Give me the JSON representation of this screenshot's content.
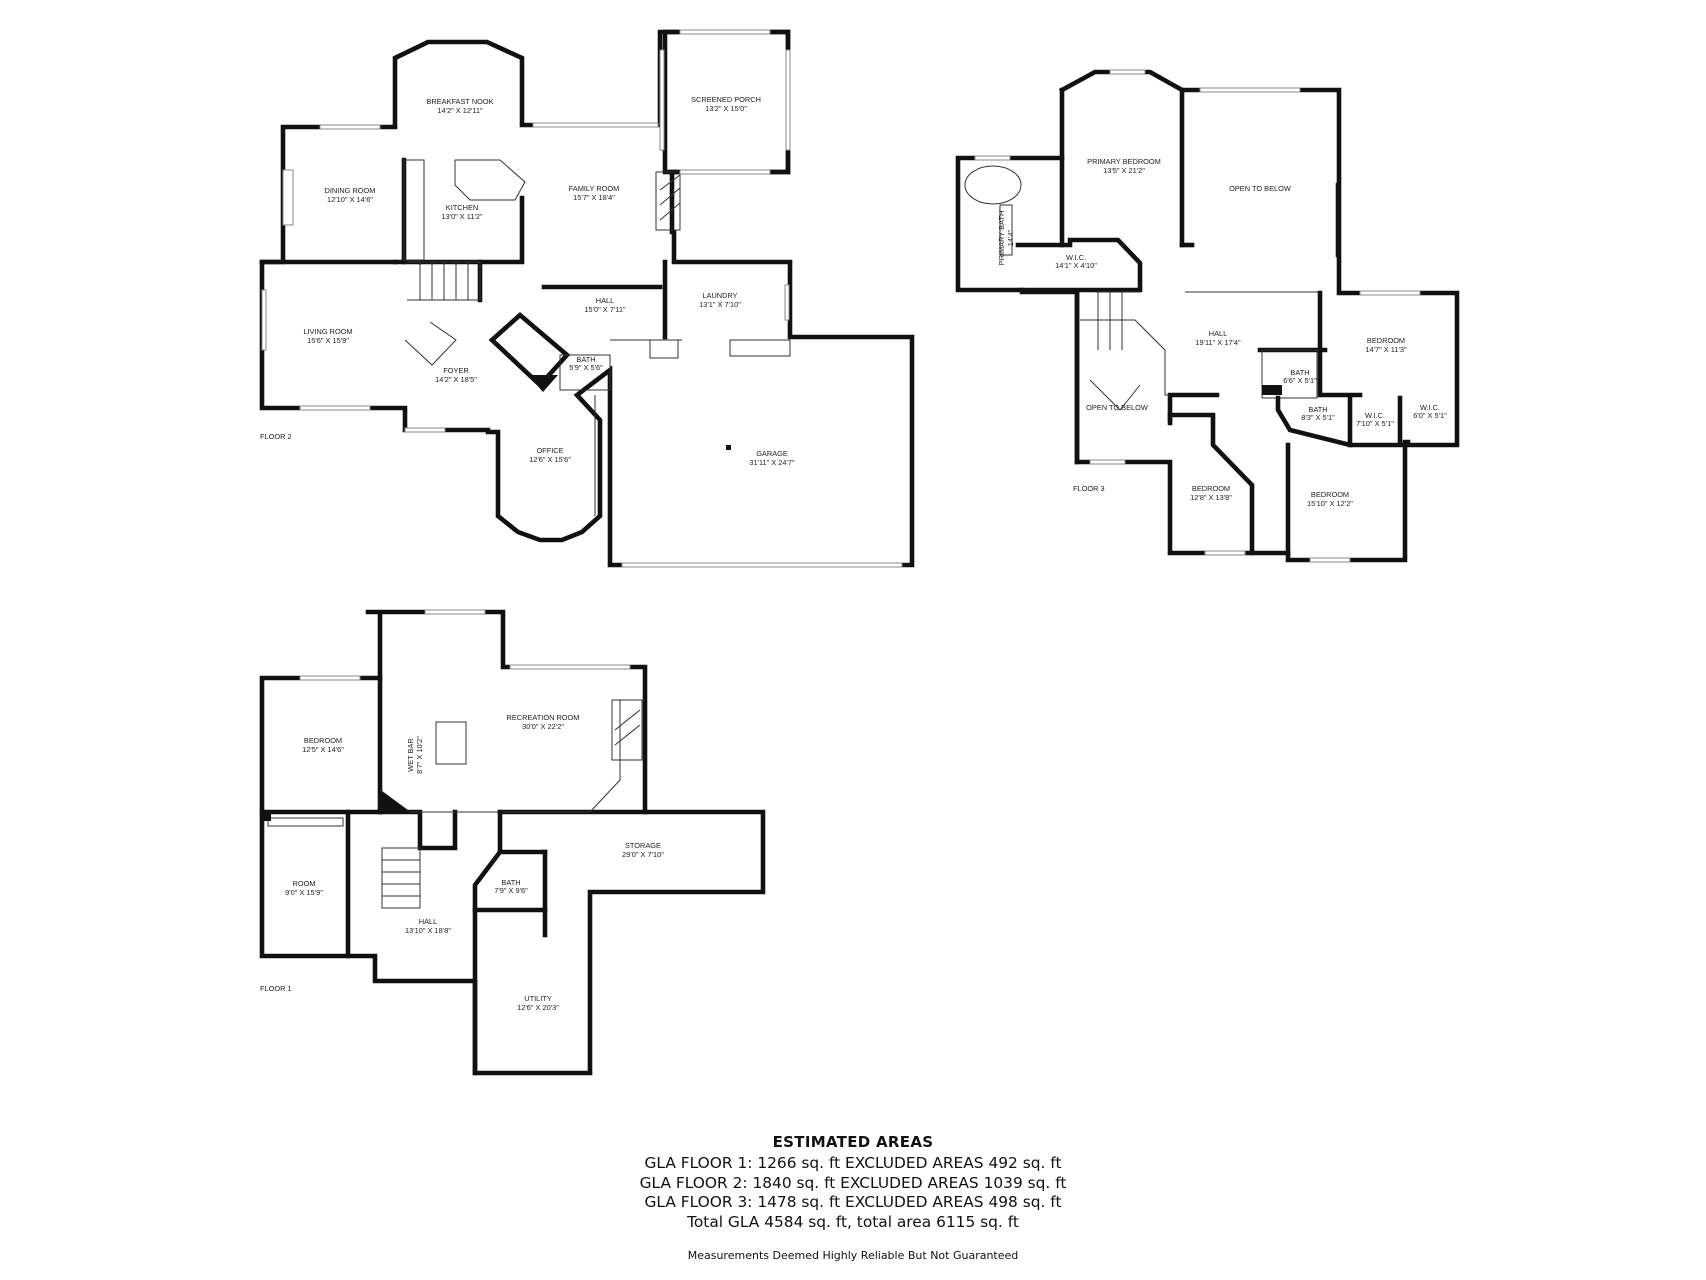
{
  "floor2": {
    "tag": "FLOOR 2",
    "rooms": [
      {
        "name": "BREAKFAST NOOK",
        "dims": "14'2\" X 12'11\""
      },
      {
        "name": "SCREENED PORCH",
        "dims": "13'2\" X 15'0\""
      },
      {
        "name": "DINING ROOM",
        "dims": "12'10\" X 14'6\""
      },
      {
        "name": "KITCHEN",
        "dims": "13'0\" X 11'2\""
      },
      {
        "name": "FAMILY ROOM",
        "dims": "15'7\" X 18'4\""
      },
      {
        "name": "LIVING ROOM",
        "dims": "15'6\" X 15'9\""
      },
      {
        "name": "HALL",
        "dims": "15'0\" X 7'11\""
      },
      {
        "name": "LAUNDRY",
        "dims": "13'1\" X 7'10\""
      },
      {
        "name": "FOYER",
        "dims": "14'2\" X 18'5\""
      },
      {
        "name": "BATH",
        "dims": "5'9\" X 5'6\""
      },
      {
        "name": "OFFICE",
        "dims": "12'6\" X 15'6\""
      },
      {
        "name": "GARAGE",
        "dims": "31'11\" X 24'7\""
      }
    ]
  },
  "floor3": {
    "tag": "FLOOR 3",
    "rooms": [
      {
        "name": "PRIMARY BEDROOM",
        "dims": "13'5\" X 21'2\""
      },
      {
        "name": "OPEN TO BELOW",
        "dims": ""
      },
      {
        "name": "PRIMARY BATH",
        "dims": "14'4\""
      },
      {
        "name": "W.I.C.",
        "dims": "14'1\" X 4'10\""
      },
      {
        "name": "HALL",
        "dims": "19'11\" X 17'4\""
      },
      {
        "name": "BEDROOM",
        "dims": "14'7\" X 11'3\""
      },
      {
        "name": "BATH",
        "dims": "6'6\" X 5'1\""
      },
      {
        "name": "OPEN TO BELOW",
        "dims": ""
      },
      {
        "name": "BATH",
        "dims": "8'3\" X 5'1\""
      },
      {
        "name": "W.I.C.",
        "dims": "7'10\" X 5'1\""
      },
      {
        "name": "W.I.C.",
        "dims": "6'0\" X 5'1\""
      },
      {
        "name": "BEDROOM",
        "dims": "12'8\" X 13'8\""
      },
      {
        "name": "BEDROOM",
        "dims": "15'10\" X 12'2\""
      }
    ]
  },
  "floor1": {
    "tag": "FLOOR 1",
    "rooms": [
      {
        "name": "BEDROOM",
        "dims": "12'5\" X 14'6\""
      },
      {
        "name": "RECREATION ROOM",
        "dims": "30'0\" X 22'2\""
      },
      {
        "name": "WET BAR",
        "dims": "8'7\" X 10'2\""
      },
      {
        "name": "STORAGE",
        "dims": "29'0\" X 7'10\""
      },
      {
        "name": "ROOM",
        "dims": "9'0\" X 15'9\""
      },
      {
        "name": "BATH",
        "dims": "7'9\" X 9'6\""
      },
      {
        "name": "HALL",
        "dims": "13'10\" X 18'8\""
      },
      {
        "name": "UTILITY",
        "dims": "12'6\" X 20'3\""
      }
    ]
  },
  "areas": {
    "title": "ESTIMATED AREAS",
    "lines": [
      "GLA FLOOR 1: 1266 sq. ft EXCLUDED AREAS 492 sq. ft",
      "GLA FLOOR 2: 1840 sq. ft EXCLUDED AREAS 1039 sq. ft",
      "GLA FLOOR 3: 1478 sq. ft EXCLUDED AREAS 498 sq. ft",
      "Total GLA 4584 sq. ft, total area 6115 sq. ft"
    ]
  },
  "disclaimer": "Measurements Deemed Highly Reliable But Not Guaranteed"
}
